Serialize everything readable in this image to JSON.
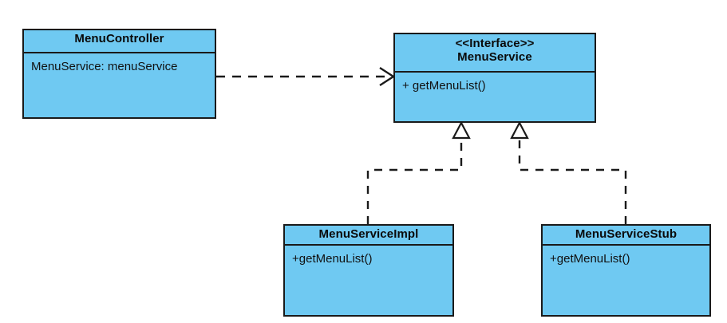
{
  "diagram": {
    "kind": "uml-class-diagram",
    "background_color": "#FFFFFF",
    "class_fill_color": "#6FC9F2",
    "class_border_color": "#1A1A1A",
    "connector_color": "#1A1A1A",
    "classes": [
      {
        "id": "menucontroller",
        "name": "MenuController",
        "stereotype": "",
        "members": [
          "MenuService: menuService"
        ]
      },
      {
        "id": "menuservice",
        "stereotype": "<<Interface>>",
        "name": "MenuService",
        "members": [
          "+ getMenuList()"
        ]
      },
      {
        "id": "menuserviceimpl",
        "name": "MenuServiceImpl",
        "stereotype": "",
        "members": [
          "+getMenuList()"
        ]
      },
      {
        "id": "menuservicestub",
        "name": "MenuServiceStub",
        "stereotype": "",
        "members": [
          "+getMenuList()"
        ]
      }
    ],
    "connectors": [
      {
        "id": "dependency-controller-to-service",
        "type": "dependency",
        "line_style": "dashed",
        "arrowhead": "open",
        "from": "MenuController",
        "to": "MenuService"
      },
      {
        "id": "realization-impl-to-service",
        "type": "realization",
        "line_style": "dashed",
        "arrowhead": "hollow-triangle",
        "from": "MenuServiceImpl",
        "to": "MenuService"
      },
      {
        "id": "realization-stub-to-service",
        "type": "realization",
        "line_style": "dashed",
        "arrowhead": "hollow-triangle",
        "from": "MenuServiceStub",
        "to": "MenuService"
      }
    ]
  }
}
